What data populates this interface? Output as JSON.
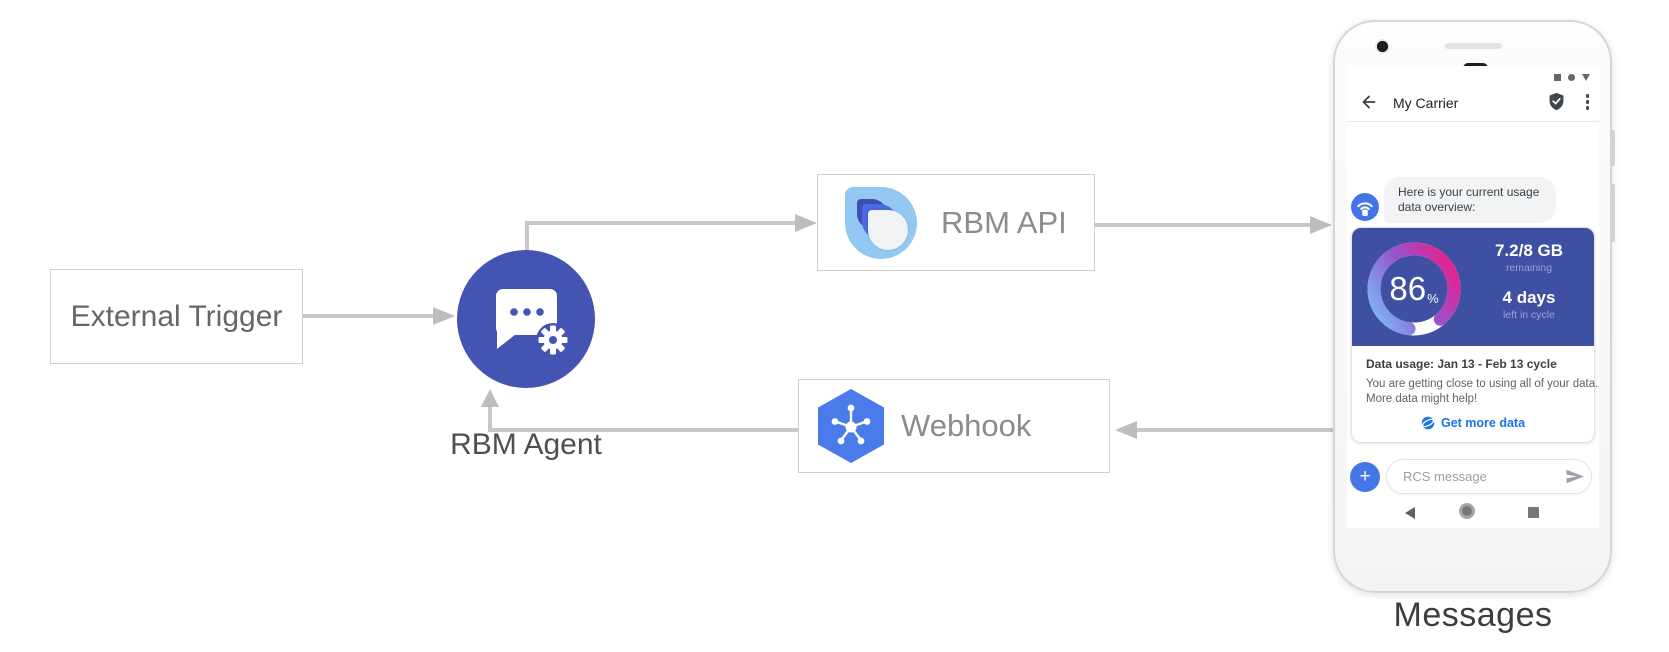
{
  "diagram": {
    "external_trigger_label": "External Trigger",
    "rbm_agent_label": "RBM Agent",
    "rbm_api_label": "RBM API",
    "webhook_label": "Webhook",
    "phone_caption": "Messages"
  },
  "phone": {
    "status_icons": [
      "square",
      "dot",
      "triangle-down"
    ],
    "header": {
      "back_icon": "arrow-left",
      "title": "My Carrier",
      "verified_icon": "shield-check",
      "menu_icon": "kebab-menu"
    },
    "chat": {
      "agent_avatar_icon": "broadcast-antenna",
      "bubble_lines": [
        "Here is your current usage",
        "data overview:"
      ]
    },
    "usage_card": {
      "percent_value": "86",
      "percent_unit": "%",
      "quota": "7.2/8 GB",
      "quota_caption": "remaining",
      "days": "4 days",
      "days_caption": "left in cycle",
      "title": "Data usage: Jan 13 - Feb 13 cycle",
      "body_lines": [
        "You are getting close to using all of your data.",
        "More data might help!"
      ],
      "link_icon": "globe",
      "link_label": "Get more data"
    },
    "compose": {
      "add_button": "+",
      "placeholder": "RCS message",
      "send_icon": "send-arrow"
    },
    "nav_icons": [
      "back-triangle",
      "home-circle",
      "recents-square"
    ]
  },
  "colors": {
    "agent_circle": "#4454b2",
    "card_blue": "#3f4fa2",
    "avatar_blue": "#4374e8",
    "compose_blue": "#4377e8",
    "link_blue": "#1a73e8",
    "webhook_hex": "#4b7bea",
    "logo_light_blue": "#93c8f3",
    "logo_dark_blue": "#3c50b4",
    "gauge_gradient": [
      "#7fb0f3",
      "#9257cf",
      "#e6208e"
    ],
    "connector_gray": "#c8c8c8"
  }
}
